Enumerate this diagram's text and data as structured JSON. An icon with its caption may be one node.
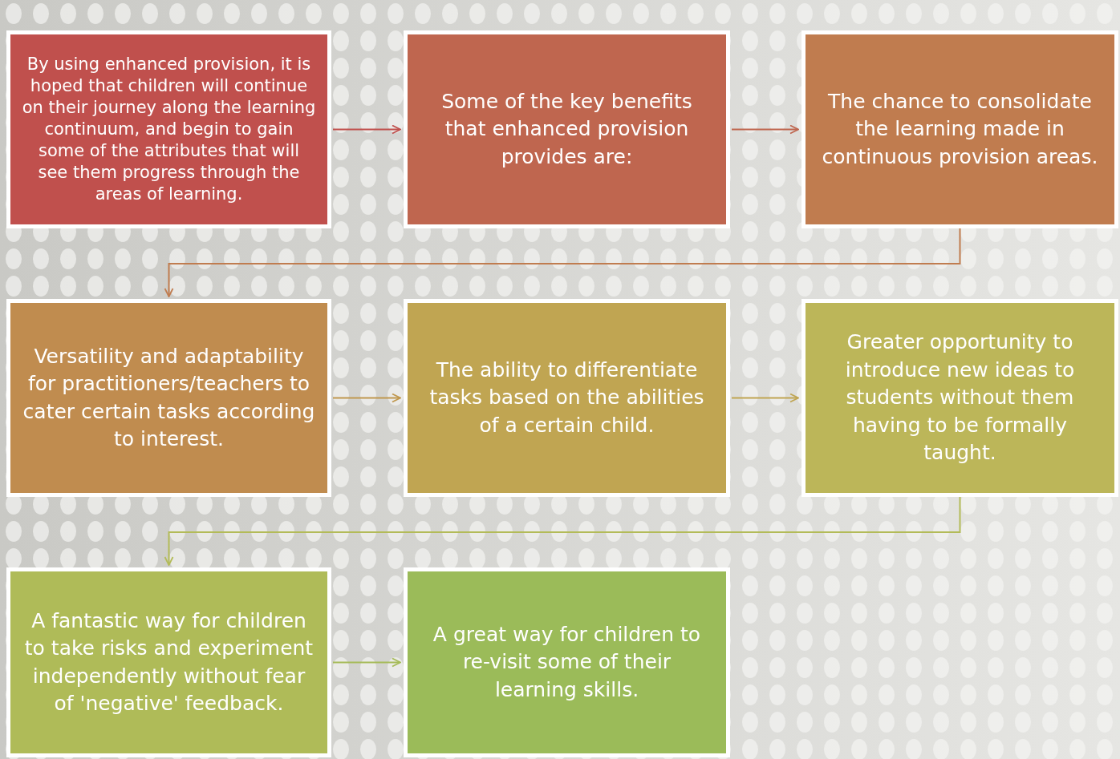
{
  "diagram": {
    "nodes": [
      {
        "text": [
          "By using enhanced provision, it is hoped that children will continue on their journey along the learning continuum, and begin to gain some of the attributes that will see them progress through the areas of learning."
        ]
      },
      {
        "text": [
          "Some of the key benefits that enhanced provision provides are:"
        ]
      },
      {
        "text": [
          "The chance to consolidate the learning made in continuous provision areas."
        ]
      },
      {
        "text": [
          "Versatility and adaptability for practitioners/teachers to cater certain tasks according to interest."
        ]
      },
      {
        "text": [
          "The ability to differentiate tasks based on the abilities of a certain child."
        ]
      },
      {
        "text": [
          "Greater opportunity to introduce new ideas to students without them having to be formally taught."
        ]
      },
      {
        "text": [
          "A fantastic way for children to take risks and experiment independently without fear of 'negative' feedback."
        ]
      },
      {
        "text": [
          "A great way for children to re-visit some of their learning skills."
        ]
      }
    ],
    "edges": [
      {
        "from": 0,
        "to": 1,
        "arrow": "to",
        "color": "#c0504d"
      },
      {
        "from": 1,
        "to": 2,
        "arrow": "to",
        "color": "#bf664f"
      },
      {
        "from": 2,
        "to": 3,
        "arrow": "to",
        "color": "#c07c4f"
      },
      {
        "from": 3,
        "to": 4,
        "arrow": "to",
        "color": "#c0984f"
      },
      {
        "from": 4,
        "to": 5,
        "arrow": "to",
        "color": "#c0a552"
      },
      {
        "from": 5,
        "to": 6,
        "arrow": "to",
        "color": "#b3bb58"
      },
      {
        "from": 6,
        "to": 7,
        "arrow": "to",
        "color": "#a6bb58"
      }
    ]
  }
}
